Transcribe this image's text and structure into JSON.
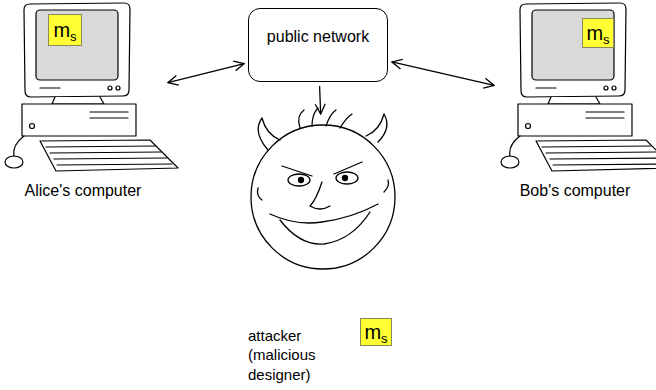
{
  "diagram": {
    "nodes": [
      {
        "text": [
          "Alice's computer"
        ]
      },
      {
        "text": [
          "m",
          "s"
        ],
        "in": 0
      },
      {
        "text": [
          "public network"
        ]
      },
      {
        "text": [
          "Bob's computer"
        ]
      },
      {
        "text": [
          "m",
          "s"
        ],
        "in": 3
      },
      {
        "text": [
          "attacker (malicious designer)"
        ]
      },
      {
        "text": [
          "m",
          "s"
        ],
        "in": 5
      }
    ],
    "edges": [
      {
        "from": 0,
        "to": 2,
        "arrow": "both"
      },
      {
        "from": 2,
        "to": 3,
        "arrow": "both"
      },
      {
        "from": 2,
        "to": 5,
        "arrow": "to"
      }
    ]
  }
}
